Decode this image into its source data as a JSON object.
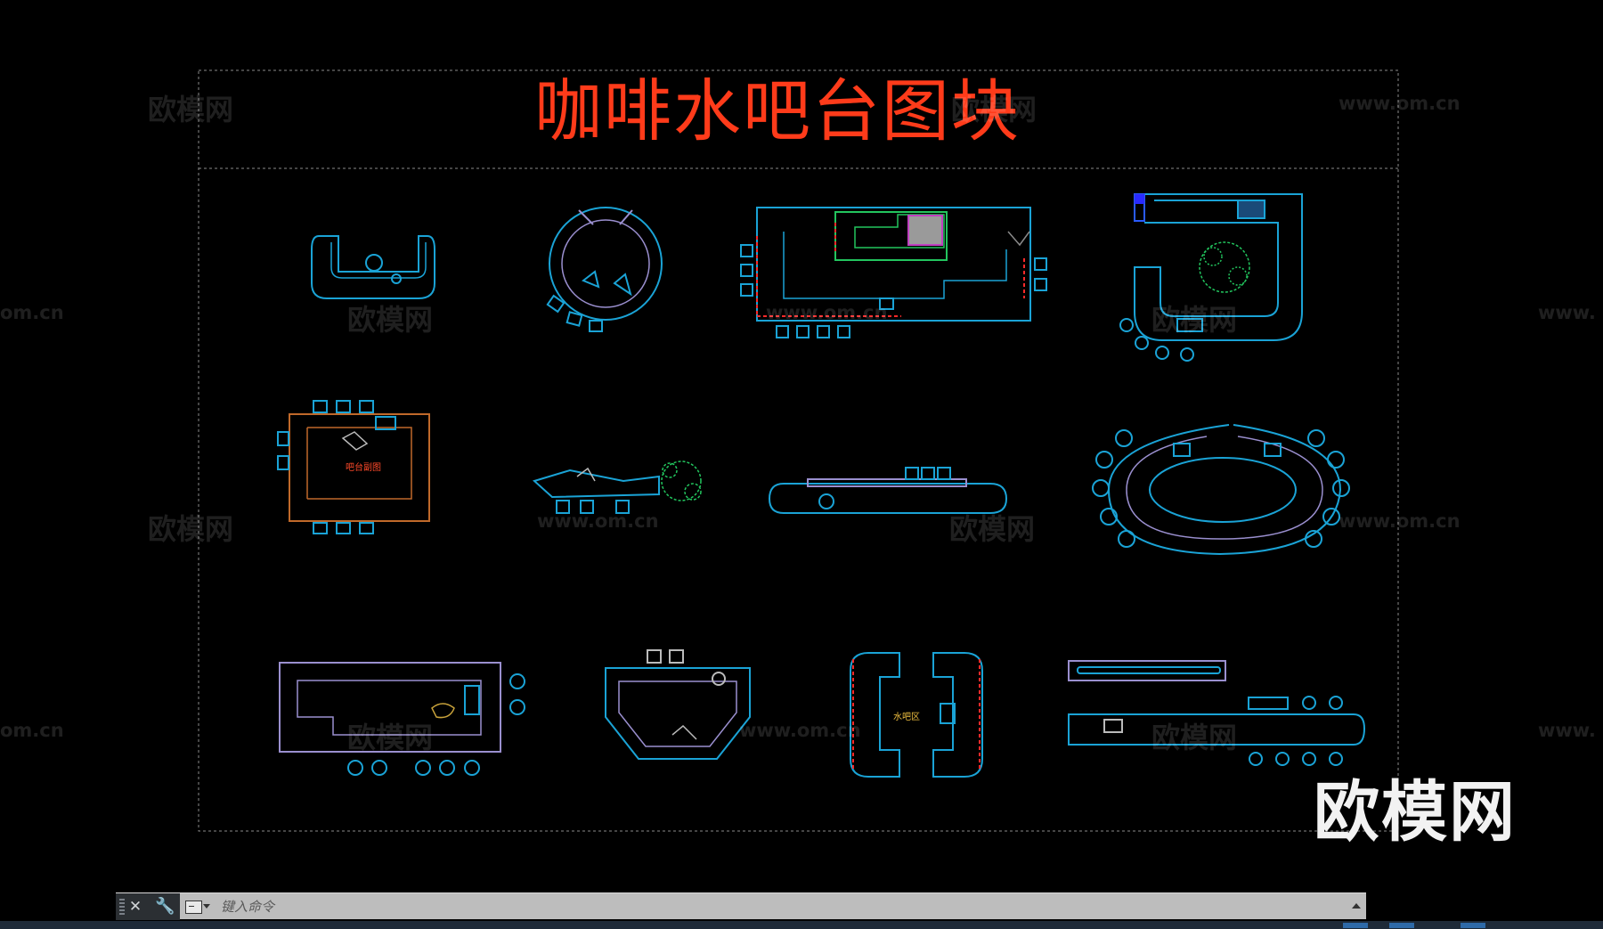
{
  "drawing": {
    "title": "咖啡水吧台图块",
    "labels": {
      "bar_label_a": "吧台副图",
      "bar_label_b": "水吧区"
    }
  },
  "watermarks": {
    "site_cn": "欧模网",
    "site_url": "www.om.cn",
    "site_url_edge": "om.cn",
    "site_url_edge_right": "www."
  },
  "brand": "欧模网",
  "command_line": {
    "placeholder": "键入命令"
  },
  "colors": {
    "background": "#000000",
    "title": "#ff3b1a",
    "cyan": "#1aa3d6",
    "purple": "#9a8fcf",
    "orange": "#c0692a",
    "green": "#22c55e",
    "red": "#ff2a2a"
  }
}
